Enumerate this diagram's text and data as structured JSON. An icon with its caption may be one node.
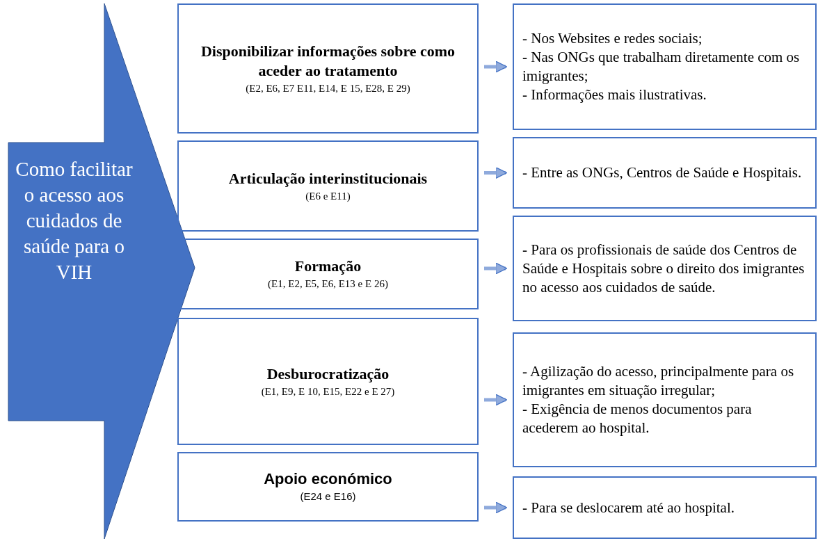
{
  "diagram": {
    "nodes": [
      {
        "text": [
          "Como facilitar o acesso aos cuidados de saúde para o VIH"
        ]
      },
      {
        "text": [
          "Disponibilizar informações sobre como aceder ao tratamento",
          "(E2, E6, E7 E11, E14, E 15, E28, E 29)"
        ]
      },
      {
        "text": [
          "- Nos Websites e redes sociais;",
          "- Nas ONGs que trabalham diretamente com os imigrantes;",
          "- Informações mais ilustrativas."
        ]
      },
      {
        "text": [
          "Articulação interinstitucionais",
          "(E6 e E11)"
        ]
      },
      {
        "text": [
          "- Entre as ONGs, Centros de Saúde e Hospitais."
        ]
      },
      {
        "text": [
          "Formação",
          "(E1, E2, E5, E6, E13 e E 26)"
        ]
      },
      {
        "text": [
          "- Para os profissionais de saúde dos Centros de Saúde e Hospitais sobre o direito dos imigrantes no acesso aos cuidados de saúde."
        ]
      },
      {
        "text": [
          "Desburocratização",
          "(E1, E9, E 10, E15, E22 e E 27)"
        ]
      },
      {
        "text": [
          "- Agilização do acesso, principalmente para os imigrantes em situação irregular;",
          "- Exigência de menos documentos para acederem ao hospital."
        ]
      },
      {
        "text": [
          "Apoio económico",
          "(E24 e E16)"
        ]
      },
      {
        "text": [
          "- Para se deslocarem até ao hospital."
        ]
      }
    ],
    "edges": [
      {
        "from": 1,
        "to": 2,
        "arrow": "to"
      },
      {
        "from": 3,
        "to": 4,
        "arrow": "to"
      },
      {
        "from": 5,
        "to": 6,
        "arrow": "to"
      },
      {
        "from": 7,
        "to": 8,
        "arrow": "to"
      },
      {
        "from": 9,
        "to": 10,
        "arrow": "to"
      }
    ]
  }
}
